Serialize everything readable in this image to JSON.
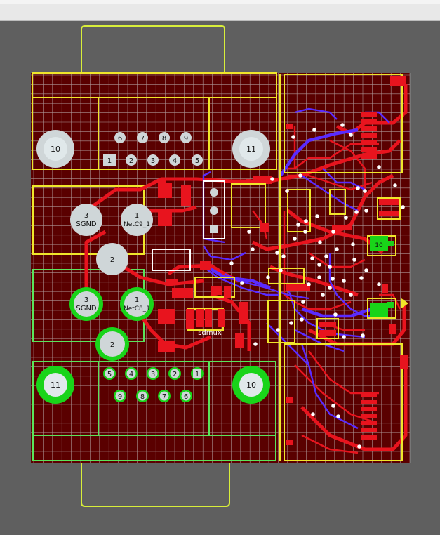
{
  "colors": {
    "background": "#5f5f5f",
    "board": "#5a0000",
    "grid": "#c9c9c9",
    "silk_top": "#f0e62a",
    "silk_bottom": "#5be35b",
    "outline": "#d8ee3a",
    "copper_top": "#e8141e",
    "copper_bottom": "#5a2bff",
    "via": "#ffffff",
    "pad_gray": "#cfd6d8",
    "pad_green": "#19d419"
  },
  "top_connector": {
    "pins_top_row": [
      "6",
      "7",
      "8",
      "9"
    ],
    "pins_bottom_row": [
      "1",
      "2",
      "3",
      "4",
      "5"
    ],
    "mount_left": "10",
    "mount_right": "11"
  },
  "bottom_connector": {
    "pins_top_row": [
      "5",
      "4",
      "3",
      "2",
      "1"
    ],
    "pins_bottom_row": [
      "9",
      "8",
      "7",
      "6"
    ],
    "mount_left": "11",
    "mount_right": "10"
  },
  "upper_jack": {
    "pin1": {
      "num": "1",
      "net": "NetC9_1"
    },
    "pin2": {
      "num": "2"
    },
    "pin3": {
      "num": "3",
      "net": "SGND"
    }
  },
  "lower_jack": {
    "pin1": {
      "num": "1",
      "net": "NetC8_1"
    },
    "pin2": {
      "num": "2"
    },
    "pin3": {
      "num": "3",
      "net": "SGND"
    }
  },
  "labels": {
    "component": "sdmux",
    "pad_10": "10"
  }
}
